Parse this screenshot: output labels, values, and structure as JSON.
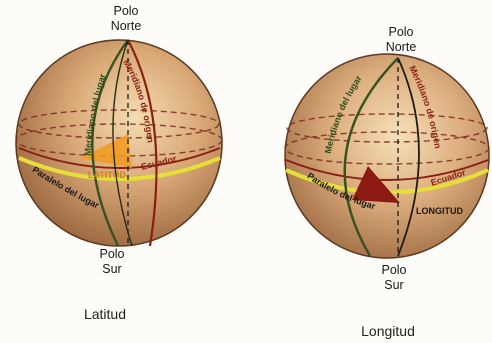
{
  "latitude_globe": {
    "north_pole": [
      "Polo",
      "Norte"
    ],
    "south_pole": [
      "Polo",
      "Sur"
    ],
    "prime_meridian": "Meridiano de origen",
    "local_meridian": "Meridiano del lugar",
    "equator": "Ecuador",
    "local_parallel": "Paralelo del lugar",
    "angle_label": "LATITUD",
    "caption": "Latitud"
  },
  "longitude_globe": {
    "north_pole": [
      "Polo",
      "Norte"
    ],
    "south_pole": [
      "Polo",
      "Sur"
    ],
    "local_meridian": "Meridiano del lugar",
    "prime_meridian": "Meridiano de origen",
    "equator": "Ecuador",
    "local_parallel": "Paralelo del lugar",
    "angle_label": "LONGITUD",
    "caption": "Longitud"
  },
  "colors": {
    "globe_light": "#efcf9c",
    "globe_dark": "#8f5a34",
    "meridian_green": "#38521f",
    "origin_red": "#8a1f14",
    "parallel_yellow": "#e6df3a",
    "latitude_wedge": "#f19a1e",
    "longitude_wedge": "#8b1a12"
  }
}
